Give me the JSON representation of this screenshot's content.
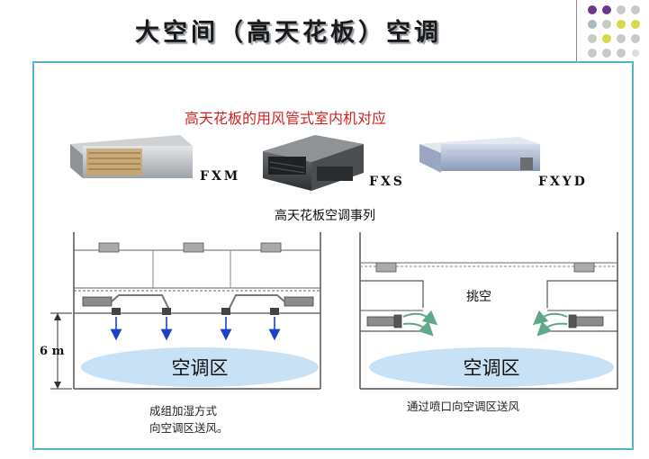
{
  "slide": {
    "title": "大空间（高天花板）空调"
  },
  "panel": {
    "heading": "高天花板的用风管式室内机对应",
    "units": [
      {
        "model": "FXM"
      },
      {
        "model": "FXS"
      },
      {
        "model": "FXYD"
      }
    ],
    "series_caption": "高天花板空调事列"
  },
  "left_diagram": {
    "height_label": "6 m",
    "zone_label": "空调区",
    "caption_line1": "成组加湿方式",
    "caption_line2": "向空调区送风。"
  },
  "right_diagram": {
    "overhang_label": "挑空",
    "zone_label": "空调区",
    "caption": "通过喷口向空调区送风"
  },
  "colors": {
    "frame": "#55b7c2",
    "heading_red": "#d21f1f",
    "zone_fill": "#c9e1f5",
    "arrow_blue": "#1f3fc4",
    "arrow_green": "#5fa88a"
  }
}
